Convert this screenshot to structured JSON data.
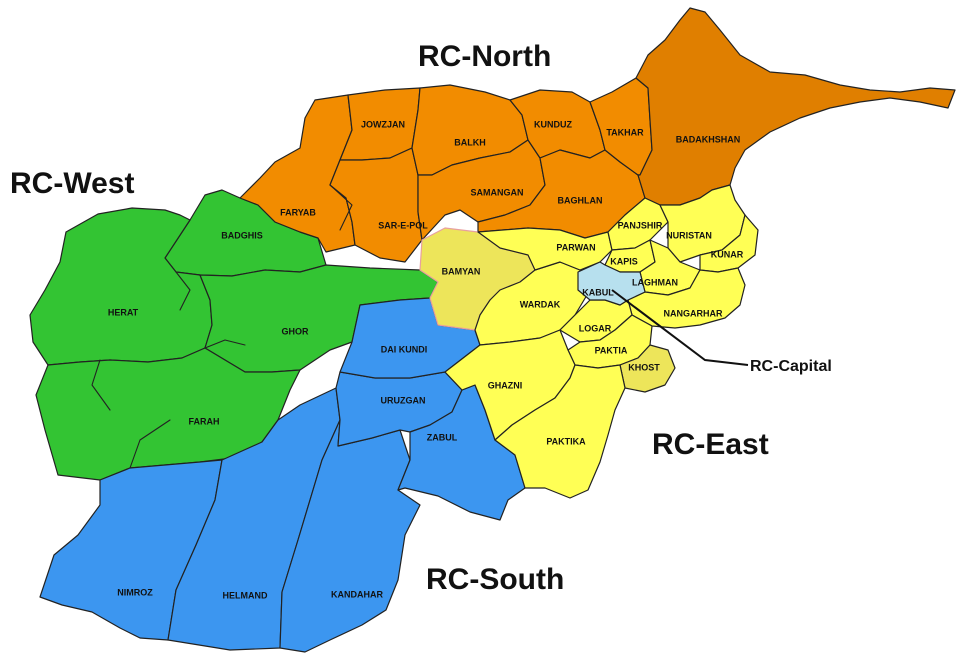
{
  "regions": {
    "north": {
      "label": "RC-North",
      "color": "#F28C00",
      "dark": "#E07F00"
    },
    "west": {
      "label": "RC-West",
      "color": "#33C433"
    },
    "south": {
      "label": "RC-South",
      "color": "#3C96F0"
    },
    "east": {
      "label": "RC-East",
      "color": "#FFFF55",
      "pale": "#EDE55A"
    },
    "capital": {
      "label": "RC-Capital",
      "color": "#B7E0EE"
    }
  },
  "provinces": {
    "jowzjan": "JOWZJAN",
    "balkh": "BALKH",
    "kunduz": "KUNDUZ",
    "takhar": "TAKHAR",
    "badakhshan": "BADAKHSHAN",
    "faryab": "FARYAB",
    "sar_e_pol": "SAR-E-POL",
    "samangan": "SAMANGAN",
    "baghlan": "BAGHLAN",
    "badghis": "BADGHIS",
    "herat": "HERAT",
    "ghor": "GHOR",
    "farah": "FARAH",
    "nimroz": "NIMROZ",
    "helmand": "HELMAND",
    "kandahar": "KANDAHAR",
    "uruzgan": "URUZGAN",
    "zabul": "ZABUL",
    "dai_kundi": "DAI KUNDI",
    "bamyan": "BAMYAN",
    "wardak": "WARDAK",
    "parwan": "PARWAN",
    "panjshir": "PANJSHIR",
    "nuristan": "NURISTAN",
    "kunar": "KUNAR",
    "kapisa": "KAPIS",
    "laghman": "LAGHMAN",
    "kabul": "KABUL",
    "nangarhar": "NANGARHAR",
    "logar": "LOGAR",
    "paktia": "PAKTIA",
    "khost": "KHOST",
    "ghazni": "GHAZNI",
    "paktika": "PAKTIKA"
  }
}
